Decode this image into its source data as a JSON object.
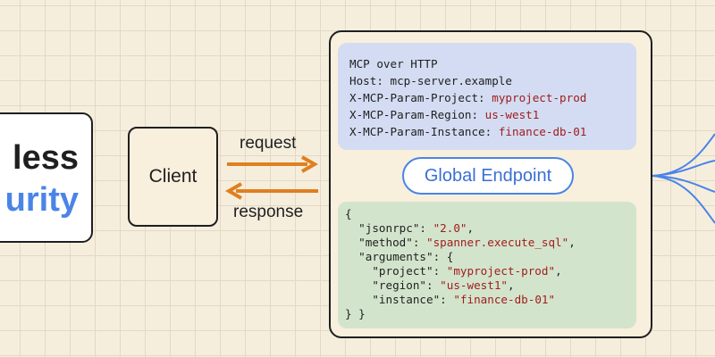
{
  "brand": {
    "line1": "less",
    "line2": "urity"
  },
  "client": {
    "label": "Client"
  },
  "arrows": {
    "request_label": "request",
    "response_label": "response"
  },
  "endpoint": {
    "label": "Global Endpoint"
  },
  "headers": {
    "title": "MCP over HTTP",
    "host": "Host: mcp-server.example",
    "project_key": "X-MCP-Param-Project: ",
    "project_val": "myproject-prod",
    "region_key": "X-MCP-Param-Region: ",
    "region_val": "us-west1",
    "instance_key": "X-MCP-Param-Instance: ",
    "instance_val": "finance-db-01"
  },
  "body": {
    "open": "{",
    "jsonrpc_key": "  \"jsonrpc\": ",
    "jsonrpc_val": "\"2.0\"",
    "jsonrpc_end": ",",
    "method_key": "  \"method\": ",
    "method_val": "\"spanner.execute_sql\"",
    "method_end": ",",
    "arguments_key": "  \"arguments\": {",
    "project_key": "    \"project\": ",
    "project_val": "\"myproject-prod\"",
    "project_end": ",",
    "region_key": "    \"region\": ",
    "region_val": "\"us-west1\"",
    "region_end": ",",
    "instance_key": "    \"instance\": ",
    "instance_val": "\"finance-db-01\"",
    "close": "} }"
  },
  "colors": {
    "arrow": "#e07f1f",
    "accent_blue": "#4a84e8",
    "value_red": "#a01d1d",
    "header_panel": "#d3dcf2",
    "body_panel": "#d3e4cc"
  }
}
